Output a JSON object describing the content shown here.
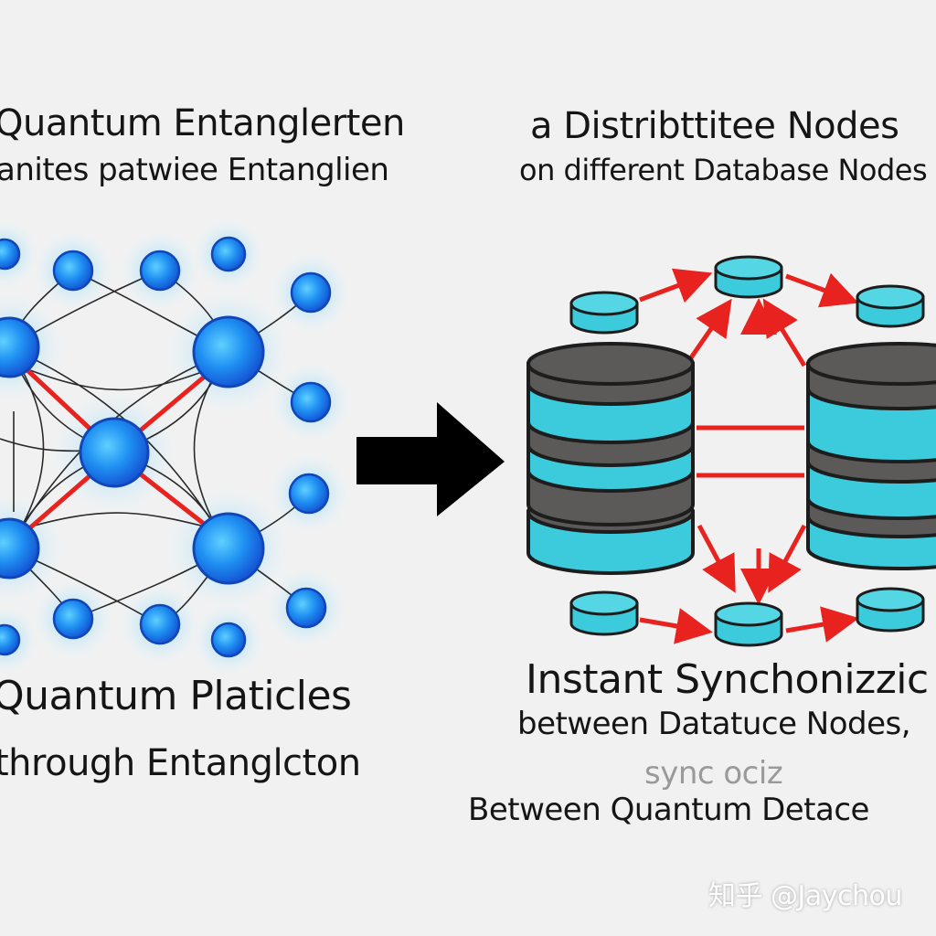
{
  "left_panel": {
    "title": "Quantum Entanglerten",
    "subtitle": "anites patwiee Entanglien",
    "bottom_label_1": "Quantum Platicles",
    "bottom_label_2": "through Entanglcton"
  },
  "right_panel": {
    "title": "a Distribttitee Nodes",
    "subtitle": "on different Database Nodes",
    "bottom_label_1": "Instant Synchonizzic",
    "bottom_label_2": "between Datatuce Nodes,",
    "faded_label": "sync ociz",
    "bottom_label_3": "Between Quantum Detace"
  },
  "watermark": "知乎 @Jaychou",
  "colors": {
    "background": "#f1f1f1",
    "particle": "#2f8cf5",
    "particle_glow": "#bfe3f7",
    "entangle_line": "#e8231f",
    "database_cyan": "#3ccbdc",
    "database_gray": "#5c5a58",
    "arrow": "#000000"
  },
  "icons": {
    "arrow": "right-arrow-icon",
    "database": "database-icon",
    "node": "database-node-icon"
  }
}
